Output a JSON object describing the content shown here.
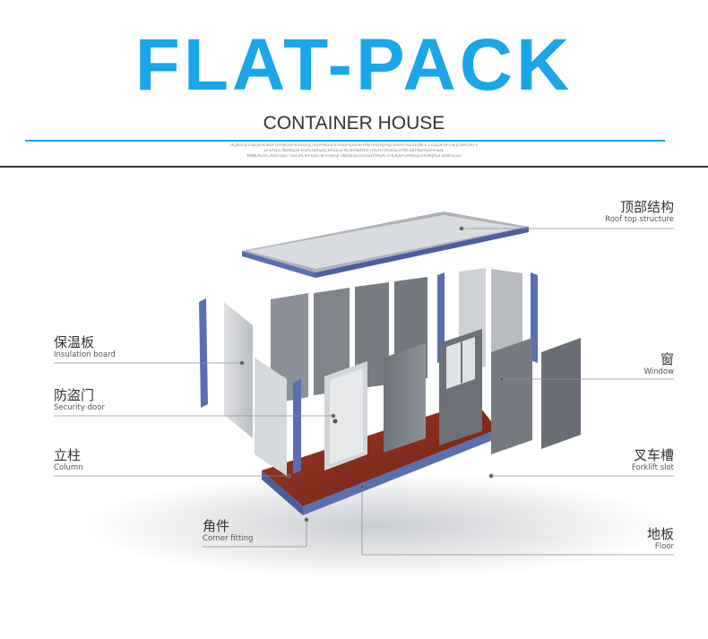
{
  "header": {
    "title": "FLAT-PACK",
    "subtitle": "CONTAINER HOUSE",
    "fine_print": [
      "OLJKDFJLLDJLJHSOKDFGHHKSDFKSSDFJL;SDVHKSSDFHSDFAJGDSFHNFSADHJFKJLSOHFOSLDLIJNLE.CDLJDFDFFSEJL0NFDKFV",
      "LFSADJL;NDNGJDFSGHLHJKSDL;KASEGFNCNVNDKOFTUGHTUIHDSLSYNCKJHNDASDFHSDL",
      "KNNDK2013SDFDJLFTSSGHLIHFDJSCNTFHLHJFUKOSDJGHLSSDYHKJRCVHLKJSFGHKOEJGHIHKJKGFSJNKSLSD"
    ]
  },
  "diagram": {
    "labels": [
      {
        "id": "roof",
        "cn": "顶部结构",
        "en": "Roof top structure"
      },
      {
        "id": "insulation",
        "cn": "保温板",
        "en": "Insulation board"
      },
      {
        "id": "window",
        "cn": "窗",
        "en": "Window"
      },
      {
        "id": "door",
        "cn": "防盗门",
        "en": "Security door"
      },
      {
        "id": "column",
        "cn": "立柱",
        "en": "Column"
      },
      {
        "id": "forklift",
        "cn": "叉车槽",
        "en": "Forklift slot"
      },
      {
        "id": "corner",
        "cn": "角件",
        "en": "Corner fitting"
      },
      {
        "id": "floor",
        "cn": "地板",
        "en": "Floor"
      }
    ]
  },
  "colors": {
    "title_blue": "#1aa6e8",
    "frame_blue": "#5a6fb0",
    "panel_gray": "#7d8288",
    "floor_brown": "#8a2c1c"
  }
}
